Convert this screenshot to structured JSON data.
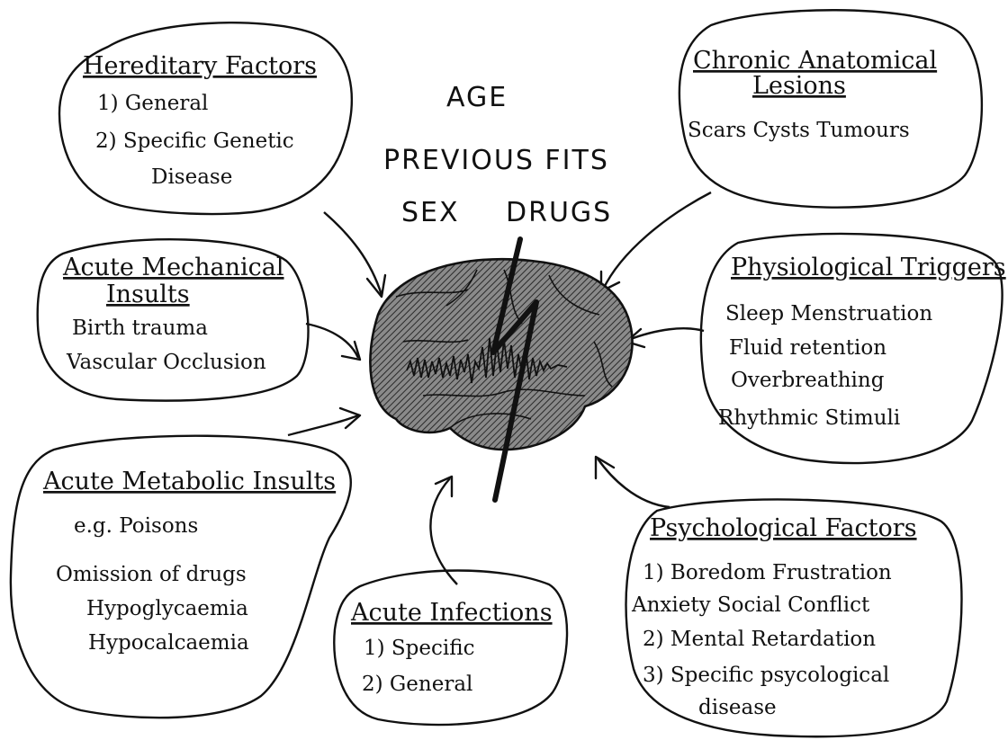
{
  "center_labels": {
    "line1": "AGE",
    "line2": "PREVIOUS FITS",
    "line3_a": "SEX",
    "line3_b": "DRUGS"
  },
  "bubbles": {
    "hereditary": {
      "title": "Hereditary Factors",
      "items": [
        "1) General",
        "2) Specific Genetic",
        "Disease"
      ]
    },
    "chronic": {
      "title_1": "Chronic Anatomical",
      "title_2": "Lesions",
      "items": [
        "Scars  Cysts  Tumours"
      ]
    },
    "mechanical": {
      "title_1": "Acute Mechanical",
      "title_2": "Insults",
      "items": [
        "Birth trauma",
        "Vascular Occlusion"
      ]
    },
    "physiological": {
      "title": "Physiological Triggers",
      "items": [
        "Sleep  Menstruation",
        "Fluid retention",
        "Overbreathing",
        "Rhythmic Stimuli"
      ]
    },
    "metabolic": {
      "title": "Acute Metabolic Insults",
      "items": [
        "e.g. Poisons",
        "Omission of drugs",
        "Hypoglycaemia",
        "Hypocalcaemia"
      ]
    },
    "infections": {
      "title": "Acute Infections",
      "items": [
        "1) Specific",
        "2) General"
      ]
    },
    "psychological": {
      "title": "Psychological Factors",
      "items": [
        "1) Boredom  Frustration",
        "Anxiety  Social Conflict",
        "2) Mental Retardation",
        "3) Specific psycological",
        "disease"
      ]
    }
  }
}
